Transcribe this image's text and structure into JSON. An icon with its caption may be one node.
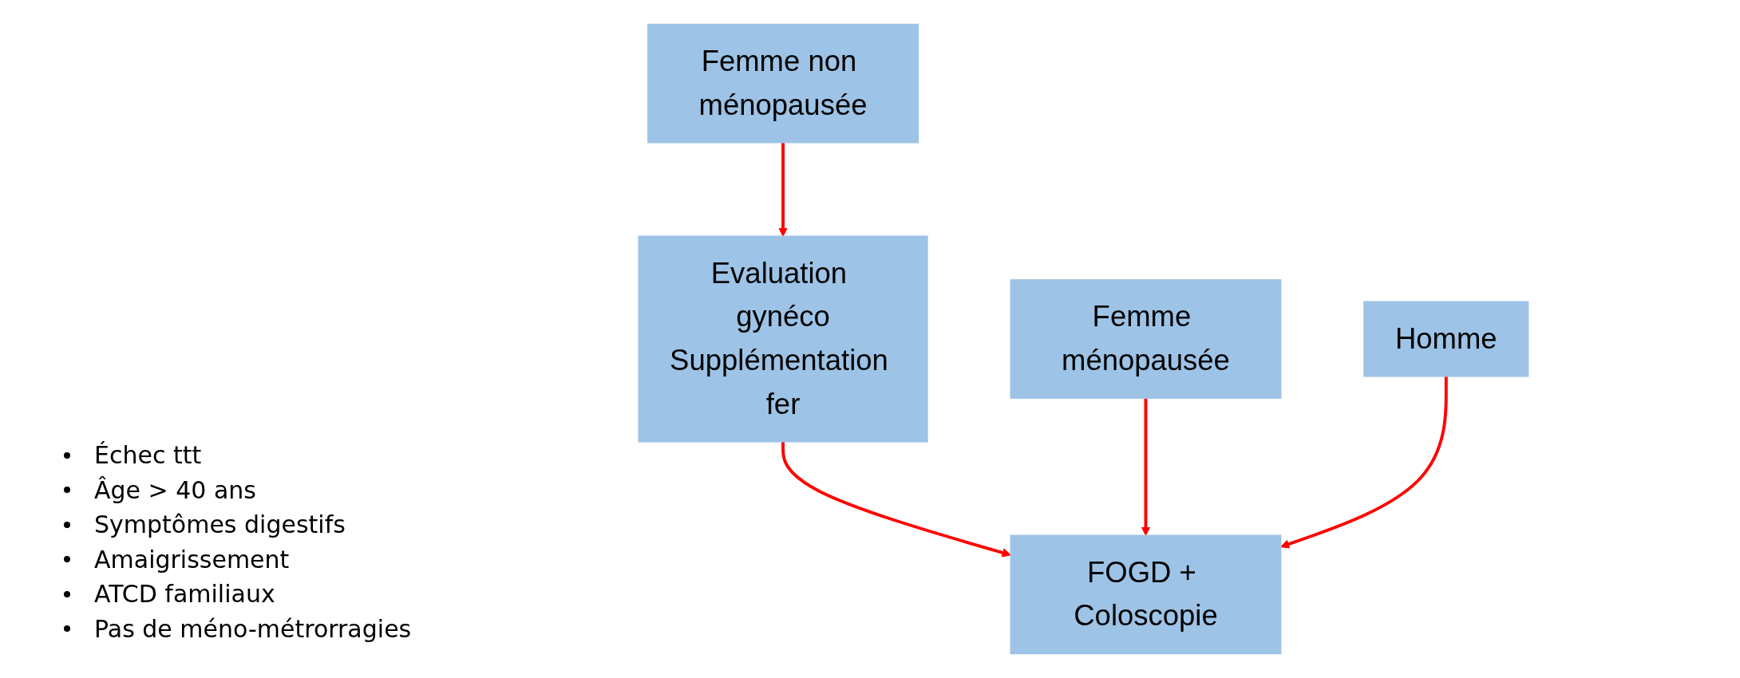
{
  "diagram": {
    "nodes": [
      {
        "text": [
          "Femme non ménopausée"
        ]
      },
      {
        "text": [
          "Evaluation gynéco",
          "Supplémentation fer"
        ]
      },
      {
        "text": [
          "Femme ménopausée"
        ]
      },
      {
        "text": [
          "Homme"
        ]
      },
      {
        "text": [
          "FOGD + Coloscopie"
        ]
      }
    ],
    "edges": [
      {
        "from": 0,
        "to": 1,
        "arrow": "to"
      },
      {
        "from": 1,
        "to": 4,
        "arrow": "to"
      },
      {
        "from": 2,
        "to": 4,
        "arrow": "to"
      },
      {
        "from": 3,
        "to": 4,
        "arrow": "to"
      }
    ],
    "labels": [
      "Échec ttt",
      "Âge > 40 ans",
      "Symptômes digestifs",
      "Amaigrissement",
      "ATCD familiaux",
      "Pas de méno-métrorragies"
    ]
  }
}
